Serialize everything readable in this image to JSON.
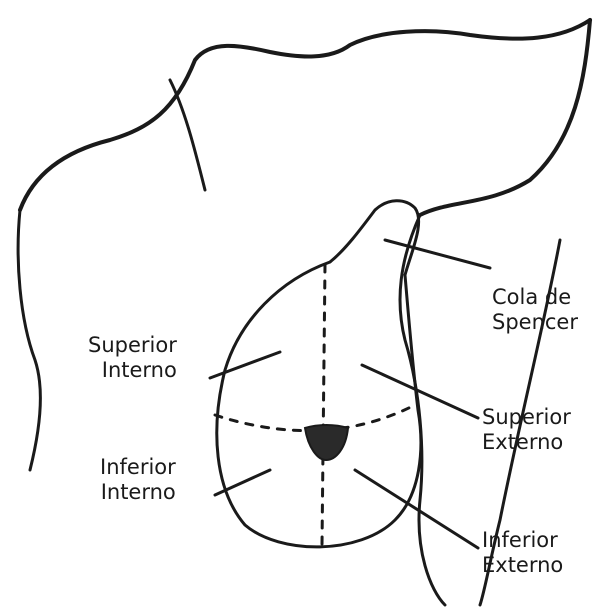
{
  "labels": {
    "cola": {
      "line1": "Cola de",
      "line2": "Spencer"
    },
    "superior_interno": {
      "line1": "Superior",
      "line2": "Interno"
    },
    "inferior_interno": {
      "line1": "Inferior",
      "line2": "Interno"
    },
    "superior_externo": {
      "line1": "Superior",
      "line2": "Externo"
    },
    "inferior_externo": {
      "line1": "Inferior",
      "line2": "Externo"
    }
  },
  "colors": {
    "ink": "#1a1a1a",
    "background": "#ffffff"
  }
}
